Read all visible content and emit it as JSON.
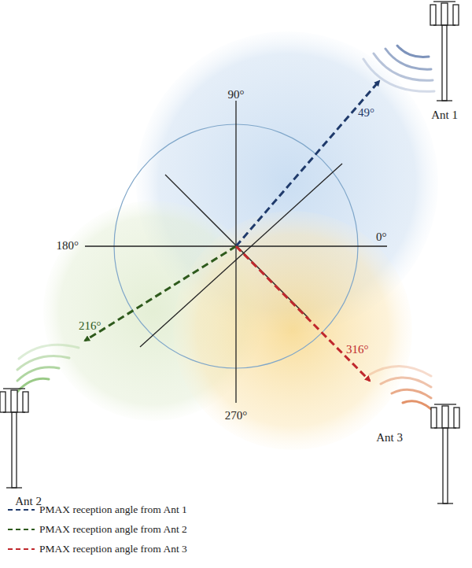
{
  "diagram": {
    "labels": [
      "90°",
      "180°",
      "0°",
      "270°",
      "49°",
      "216°",
      "316°",
      "Ant 1",
      "Ant 2",
      "Ant 3"
    ],
    "legend": [
      {
        "text": "PMAX reception angle from Ant 1"
      },
      {
        "text": "PMAX reception angle from Ant 2"
      },
      {
        "text": "PMAX reception angle from Ant 3"
      }
    ]
  }
}
